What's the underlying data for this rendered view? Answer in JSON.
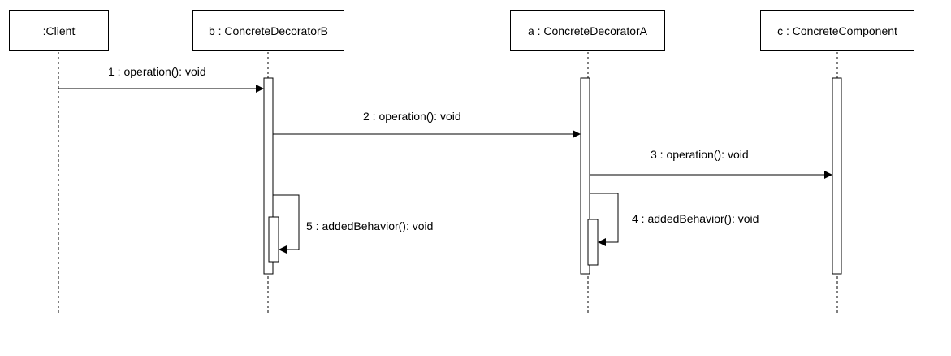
{
  "participants": [
    {
      "id": "client",
      "label": ":Client"
    },
    {
      "id": "b",
      "label": "b : ConcreteDecoratorB"
    },
    {
      "id": "a",
      "label": "a : ConcreteDecoratorA"
    },
    {
      "id": "c",
      "label": "c : ConcreteComponent"
    }
  ],
  "messages": [
    {
      "label": "1 : operation(): void"
    },
    {
      "label": "2 : operation(): void"
    },
    {
      "label": "3 : operation(): void"
    },
    {
      "label": "4 : addedBehavior(): void"
    },
    {
      "label": "5 : addedBehavior(): void"
    }
  ]
}
